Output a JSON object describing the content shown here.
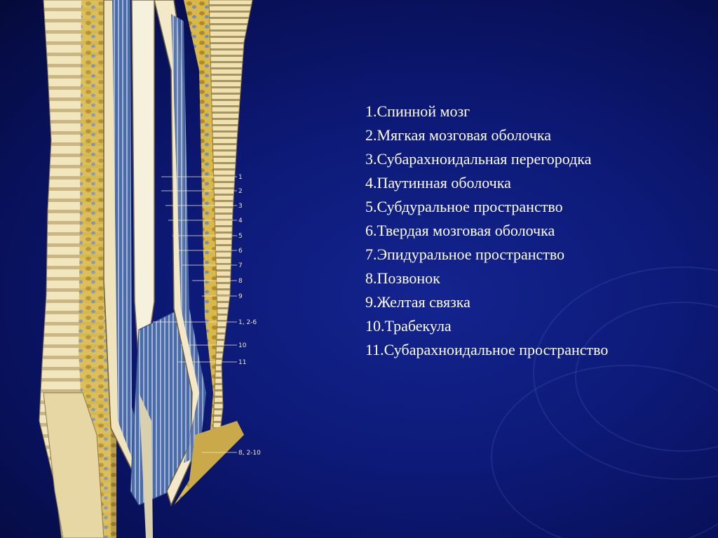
{
  "legend": {
    "items": [
      "1.Спинной мозг",
      "2.Мягкая мозговая оболочка",
      "3.Субарахноидальная перегородка",
      "4.Паутинная оболочка",
      "5.Субдуральное пространство",
      "6.Твердая мозговая оболочка",
      "7.Эпидуральное пространство",
      "8.Позвонок",
      "9.Желтая связка",
      "10.Трабекула",
      "11.Субарахноидальное пространство"
    ]
  },
  "illustration": {
    "label_numbers": [
      "1",
      "2",
      "3",
      "4",
      "5",
      "6",
      "7",
      "8",
      "9",
      "1, 2-6",
      "10",
      "11",
      "8, 2-10"
    ]
  },
  "colors": {
    "background": "#0d1a78",
    "bone": "#e8d9a0",
    "fat": "#d4b240",
    "nerve_blue": "#3d5a9e",
    "text": "#ffffff"
  }
}
